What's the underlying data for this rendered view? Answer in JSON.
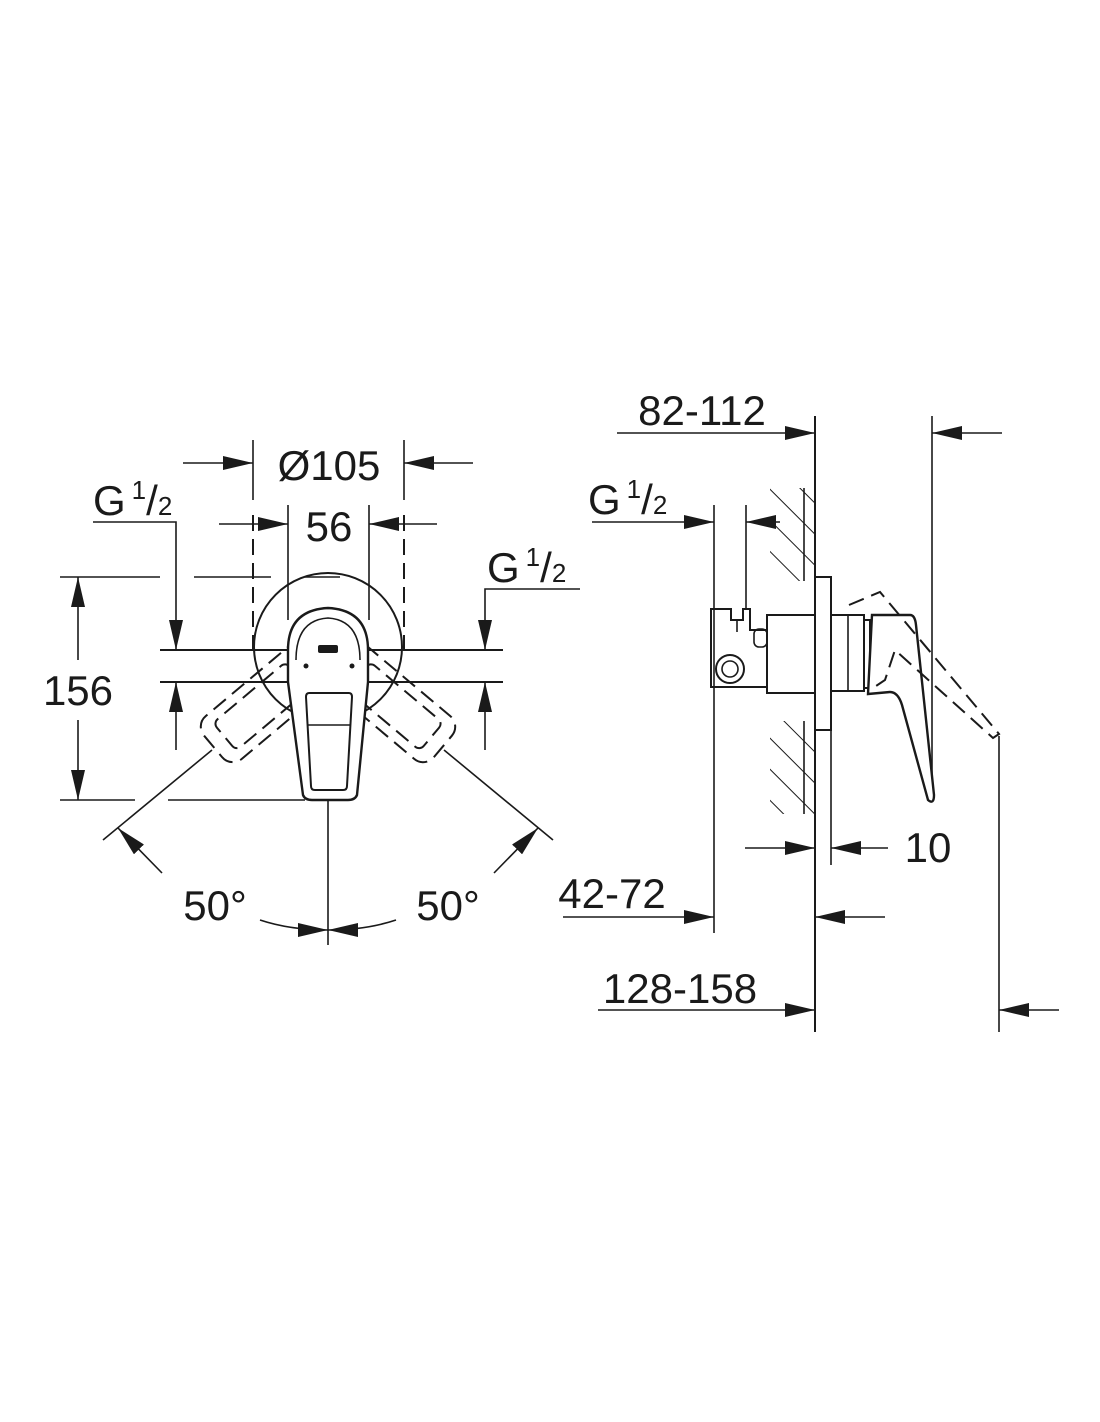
{
  "drawing": {
    "front_view": {
      "diameter_label": "Ø105",
      "spacing_label": "56",
      "height_label": "156",
      "angle_left_label": "50°",
      "angle_right_label": "50°",
      "thread_left": {
        "base": "G",
        "num": "1",
        "slash": "/",
        "den": "2"
      },
      "thread_right": {
        "base": "G",
        "num": "1",
        "slash": "/",
        "den": "2"
      }
    },
    "side_view": {
      "depth_top_label": "82-112",
      "thread": {
        "base": "G",
        "num": "1",
        "slash": "/",
        "den": "2"
      },
      "flange_label": "10",
      "depth_mid_label": "42-72",
      "depth_bottom_label": "128-158"
    },
    "colors": {
      "ink": "#1a1a1a",
      "background": "#ffffff"
    }
  }
}
